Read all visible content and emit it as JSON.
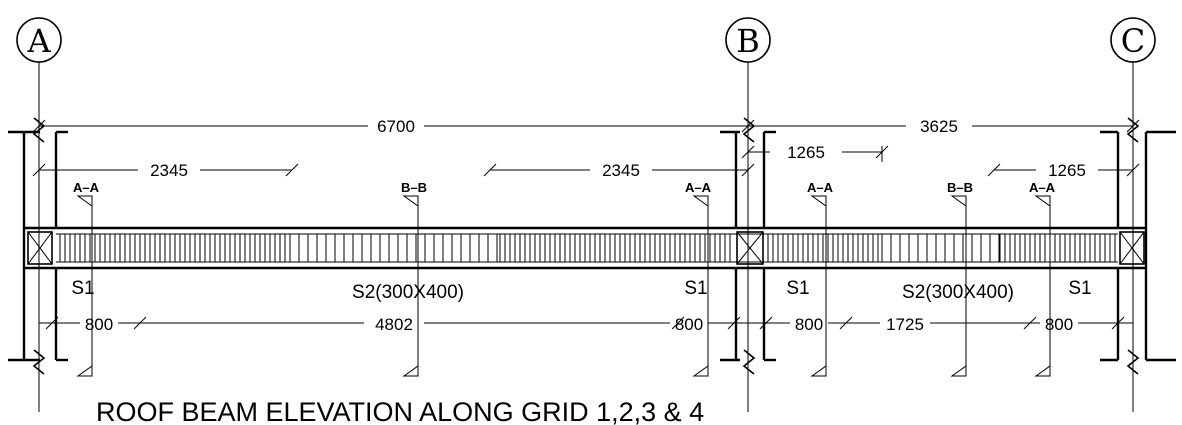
{
  "grid": {
    "a": "A",
    "b": "B",
    "c": "C"
  },
  "dims": {
    "top_ab": "6700",
    "top_bc": "3625",
    "left_1": "2345",
    "left_2": "2345",
    "right_1": "1265",
    "right_2": "1265",
    "bot_1": "800",
    "bot_2": "4802",
    "bot_3": "800",
    "bot_4": "800",
    "bot_5": "1725",
    "bot_6": "800"
  },
  "sections": {
    "s1": "A–A",
    "s2": "B–B",
    "s3": "A–A",
    "s4": "A–A",
    "s5": "B–B",
    "s6": "A–A"
  },
  "beams": {
    "s1_left": "S1",
    "s2_left": "S2(300X400)",
    "s1_mid": "S1",
    "s1_mid2": "S1",
    "s2_right": "S2(300X400)",
    "s1_right": "S1"
  },
  "title": "ROOF BEAM ELEVATION ALONG GRID 1,2,3 & 4"
}
